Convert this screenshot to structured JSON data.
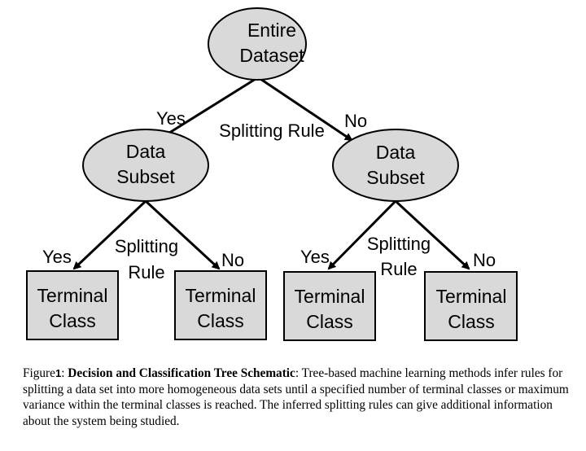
{
  "diagram": {
    "root": {
      "line1": "Entire",
      "line2": "Dataset"
    },
    "level1": [
      {
        "line1": "Data",
        "line2": "Subset"
      },
      {
        "line1": "Data",
        "line2": "Subset"
      }
    ],
    "leaves": [
      {
        "line1": "Terminal",
        "line2": "Class"
      },
      {
        "line1": "Terminal",
        "line2": "Class"
      },
      {
        "line1": "Terminal",
        "line2": "Class"
      },
      {
        "line1": "Terminal",
        "line2": "Class"
      }
    ],
    "root_split": {
      "label": "Splitting Rule",
      "yes": "Yes",
      "no": "No"
    },
    "left_split": {
      "line1": "Splitting",
      "line2": "Rule",
      "yes": "Yes",
      "no": "No"
    },
    "right_split": {
      "line1": "Splitting",
      "line2": "Rule",
      "yes": "Yes",
      "no": "No"
    }
  },
  "caption": {
    "prefix": "Figure",
    "number": "1",
    "colon": ": ",
    "title": "Decision and Classification Tree Schematic",
    "body": ": Tree-based machine learning methods infer rules for splitting a data set into more homogeneous data sets until a specified number of terminal classes or maximum variance within the terminal classes is reached. The inferred splitting rules can give additional information about the system being studied."
  }
}
